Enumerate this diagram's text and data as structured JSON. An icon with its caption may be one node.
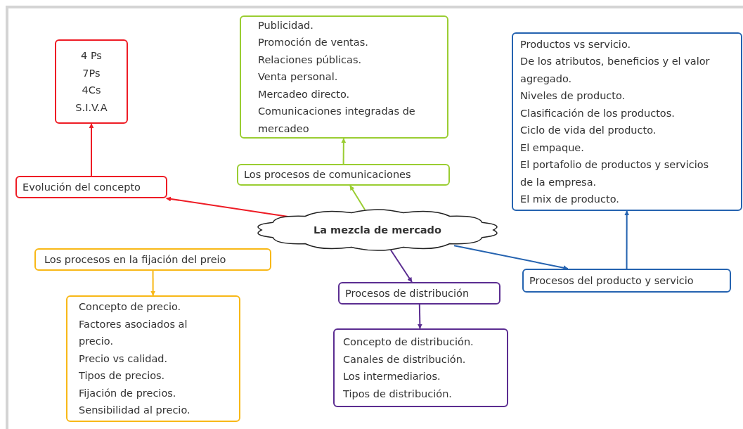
{
  "diagram": {
    "nodes": [
      {
        "text": [
          "4 Ps",
          "7Ps",
          "4Cs",
          "S.I.V.A"
        ]
      },
      {
        "text": [
          "Publicidad.",
          "Promoción de ventas.",
          "Relaciones públicas.",
          "Venta personal.",
          "Mercadeo directo.",
          "Comunicaciones integradas de mercadeo"
        ]
      },
      {
        "text": [
          "Productos vs servicio.",
          "De los atributos, beneficios y el valor agregado.",
          "Niveles de producto.",
          "Clasificación de los productos.",
          "Ciclo de vida del producto.",
          "El empaque.",
          "El portafolio de productos y servicios de la empresa.",
          "El mix de producto."
        ]
      },
      {
        "text": [
          "Evolución del concepto"
        ]
      },
      {
        "text": [
          "Los procesos de comunicaciones"
        ]
      },
      {
        "text": [
          "La mezcla de mercado"
        ]
      },
      {
        "text": [
          "Los procesos en la fijación del preio"
        ]
      },
      {
        "text": [
          "Procesos del producto y servicio"
        ]
      },
      {
        "text": [
          "Procesos de distribución"
        ]
      },
      {
        "text": [
          "Concepto de precio.",
          "Factores asociados al precio.",
          "Precio vs calidad.",
          "Tipos de precios.",
          "Fijación de precios.",
          "Sensibilidad al precio."
        ]
      },
      {
        "text": [
          "Concepto de distribución.",
          "Canales de distribución.",
          "Los intermediarios.",
          "Tipos de distribución."
        ]
      }
    ],
    "edges": [
      {
        "from": 5,
        "to": 3,
        "arrow": "to",
        "color": "#ee1c25"
      },
      {
        "from": 3,
        "to": 0,
        "arrow": "to",
        "color": "#ee1c25"
      },
      {
        "from": 5,
        "to": 4,
        "arrow": "to",
        "color": "#9acd32"
      },
      {
        "from": 4,
        "to": 1,
        "arrow": "to",
        "color": "#9acd32"
      },
      {
        "from": 5,
        "to": 7,
        "arrow": "to",
        "color": "#2563b0"
      },
      {
        "from": 7,
        "to": 2,
        "arrow": "to",
        "color": "#2563b0"
      },
      {
        "from": 5,
        "to": 8,
        "arrow": "to",
        "color": "#5b2d91"
      },
      {
        "from": 8,
        "to": 10,
        "arrow": "to",
        "color": "#5b2d91"
      },
      {
        "from": 6,
        "to": 9,
        "arrow": "to",
        "color": "#f8b817"
      }
    ]
  }
}
